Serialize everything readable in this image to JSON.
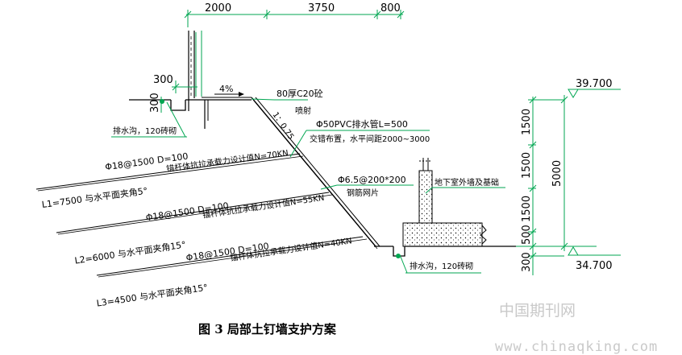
{
  "dimensions": {
    "top": [
      "2000",
      "3750",
      "800"
    ],
    "left_300_top": "300",
    "left_300_side": "300",
    "slope_percent": "4%",
    "right_segments": [
      "1500",
      "1500",
      "1500",
      "500"
    ],
    "right_total": "5000",
    "right_300": "300",
    "elev_top": "39.700",
    "elev_bottom": "34.700"
  },
  "labels": {
    "shotcrete": "80厚C20砼",
    "spray": "喷射",
    "slope_ratio": "1：0.75",
    "pvc_pipe": "Φ50PVC排水管L=500",
    "pipe_layout": "交错布置，水平间距2000~3000",
    "mesh_spec": "Φ6.5@200*200",
    "mesh_name": "钢筋网片",
    "foundation": "地下室外墙及基础",
    "drain_top": "排水沟，120砖砌",
    "drain_bottom": "排水沟，120砖砌"
  },
  "nails": [
    {
      "spec": "Φ18@1500  D=100",
      "length": "L1=7500 与水平面夹角5°",
      "capacity": "锚杆体抗拉承载力设计值N=70KN"
    },
    {
      "spec": "Φ18@1500  D=100",
      "length": "L2=6000 与水平面夹角15°",
      "capacity": "锚杆体抗拉承载力设计值N=55KN"
    },
    {
      "spec": "Φ18@1500  D=100",
      "length": "L3=4500 与水平面夹角15°",
      "capacity": "锚杆体抗拉承载力设计值N=40KN"
    }
  ],
  "caption": "图 3  局部土钉墙支护方案",
  "watermark": {
    "cn": "中国期刊网",
    "url": "www.chinaqking.com"
  }
}
